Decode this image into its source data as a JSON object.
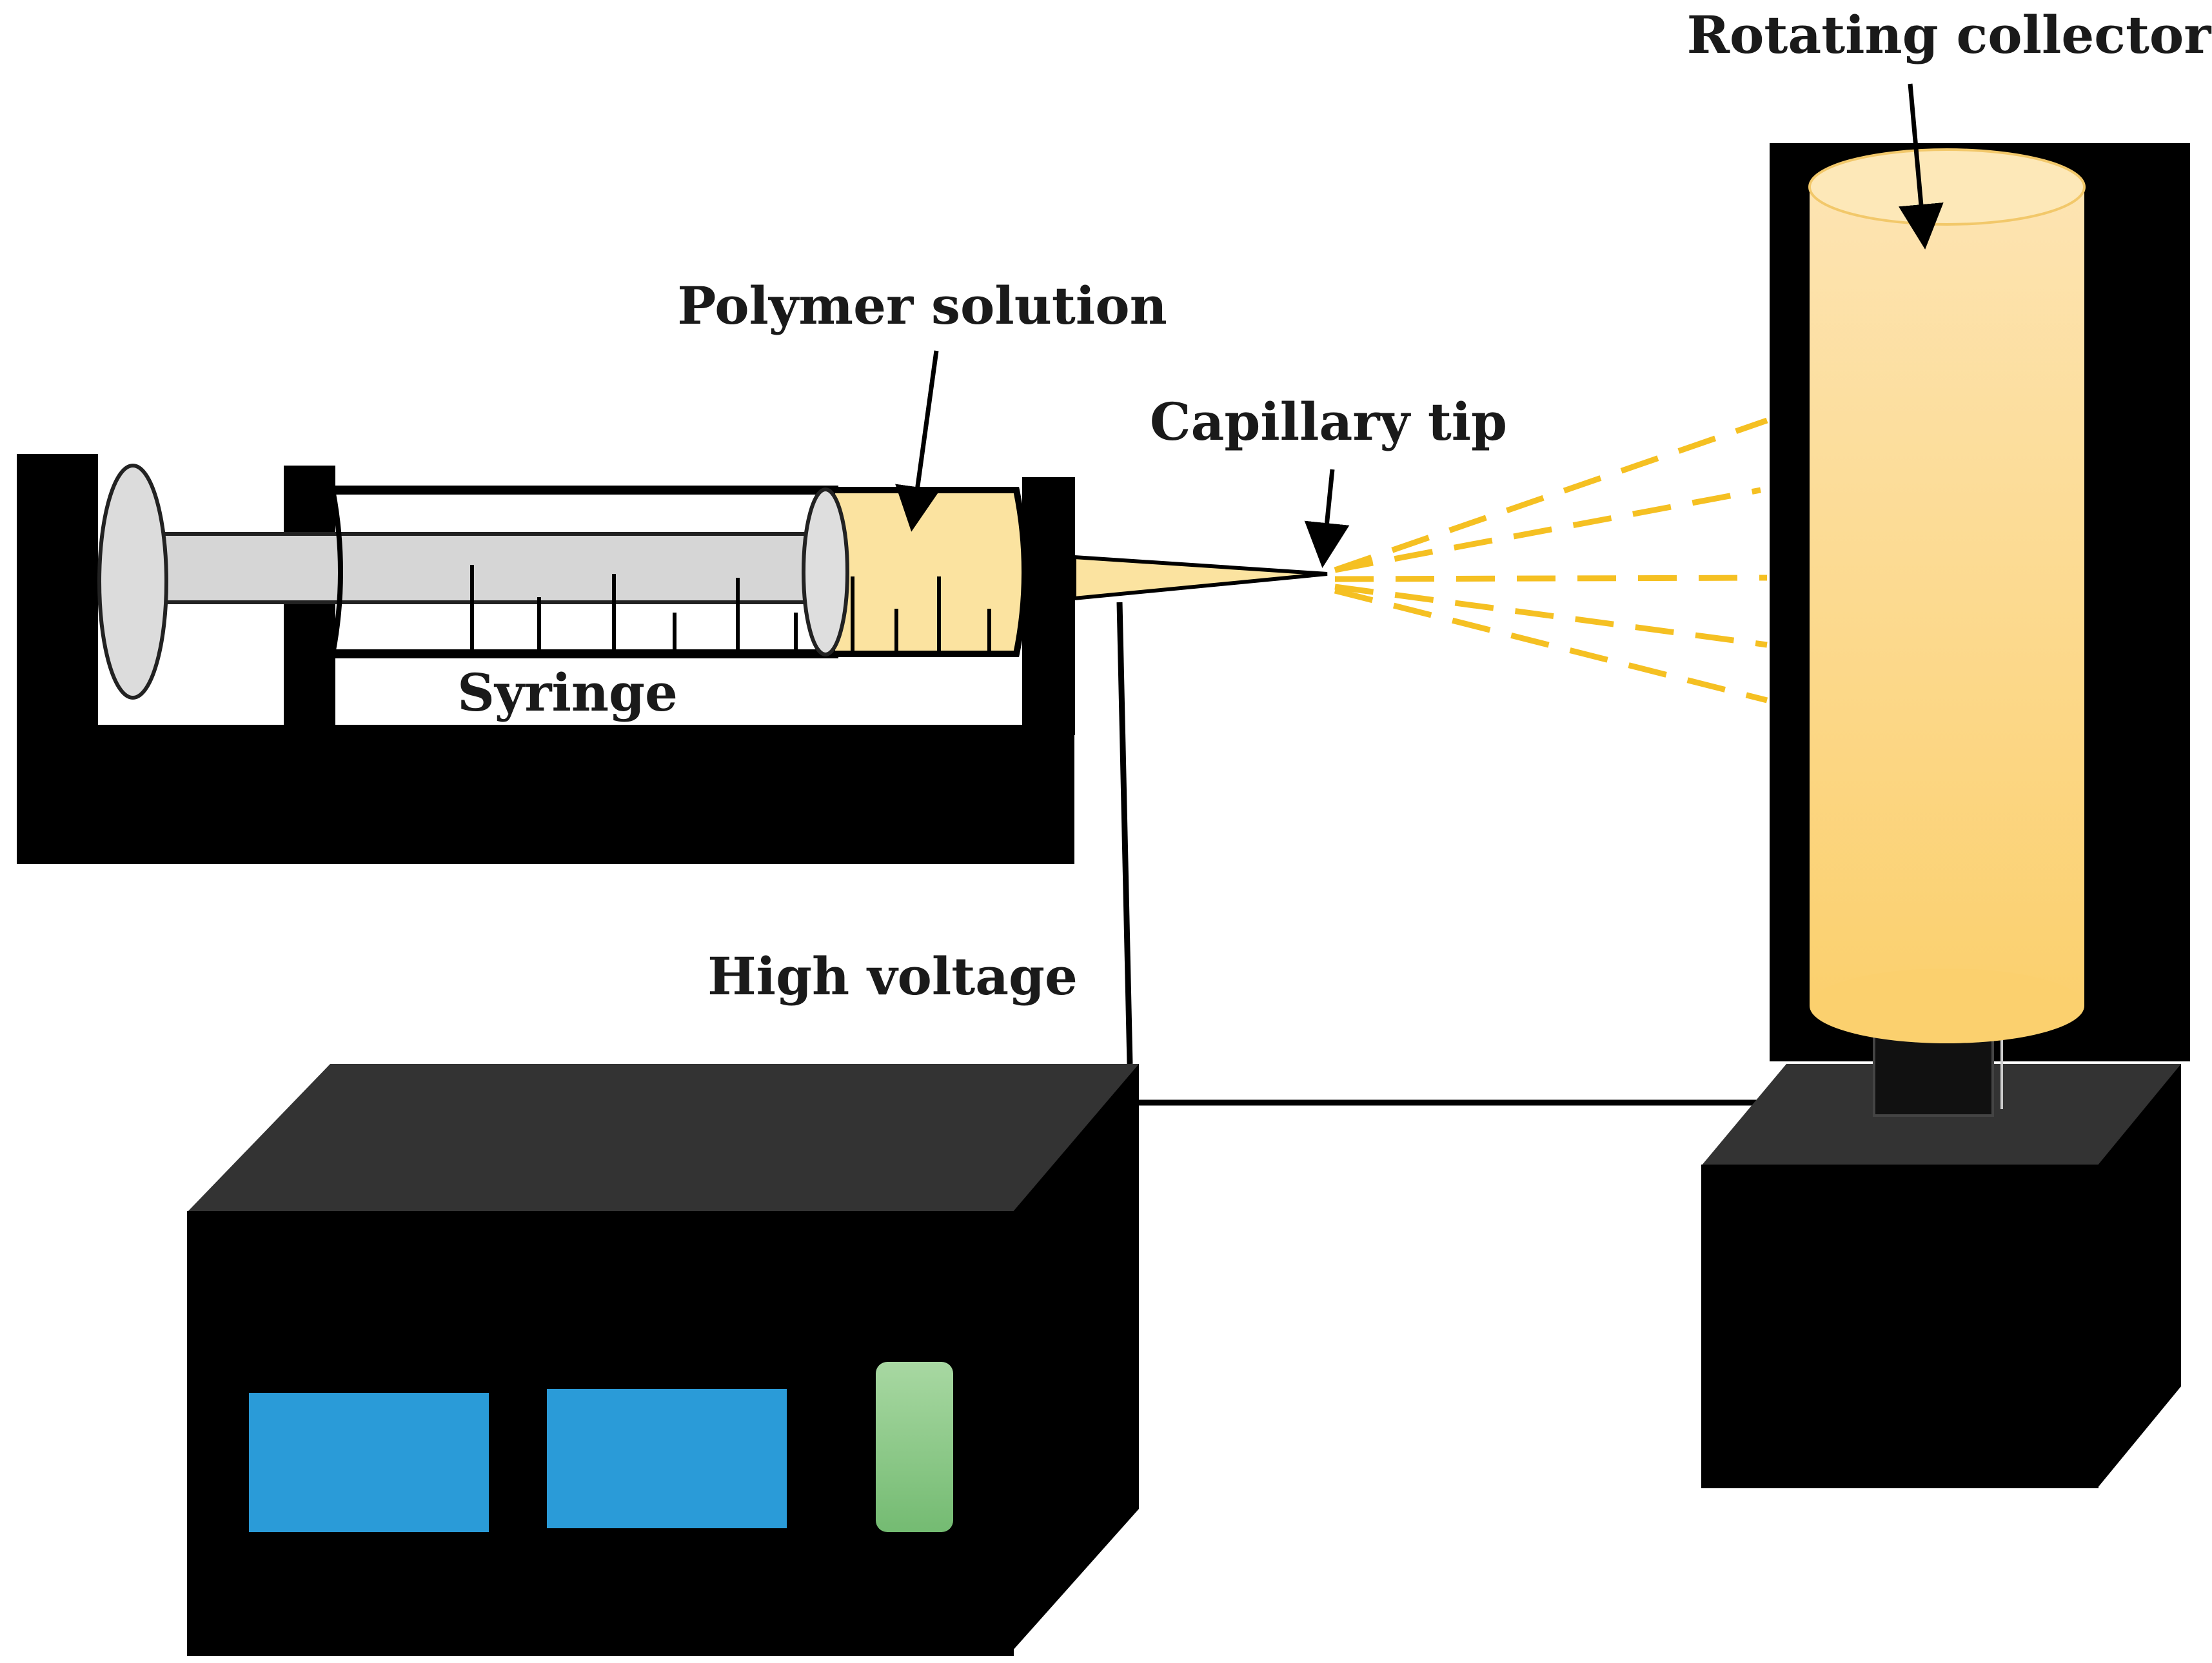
{
  "labels": {
    "rotating_collector": "Rotating collector",
    "polymer_solution": "Polymer solution",
    "capillary_tip": "Capillary tip",
    "syringe": "Syringe",
    "high_voltage": "High voltage"
  },
  "colors": {
    "frame": "#000000",
    "box_top": "#333333",
    "plunger_grey": "#d6d6d6",
    "solution": "#fbe3a0",
    "collector": "#fbd47c",
    "collector_top": "#fde8b8",
    "jet": "#f5c022",
    "display_blue": "#2a9bd8",
    "indicator_green": "#8ccb8a"
  }
}
